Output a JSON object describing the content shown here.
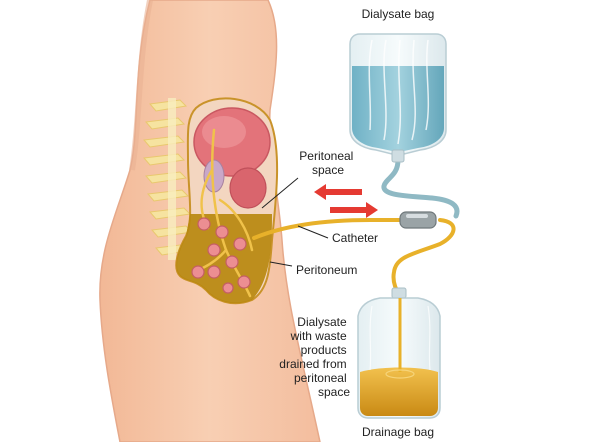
{
  "labels": {
    "dialysate_bag": "Dialysate bag",
    "peritoneal_space": [
      "Peritoneal",
      "space"
    ],
    "catheter": "Catheter",
    "peritoneum": "Peritoneum",
    "drained_fluid": [
      "Dialysate",
      "with waste",
      "products",
      "drained from",
      "peritoneal",
      "space"
    ],
    "drainage_bag": "Drainage bag"
  },
  "colors": {
    "skin": "#f6c7a8",
    "skin_outline": "#e6a98a",
    "organ": "#e3737a",
    "cavity_fluid": "#b9880f",
    "spine": "#f6e3a0",
    "tube": "#e8b12a",
    "clean_tube": "#8fb9c4",
    "dialysate": "#7ab9cc",
    "waste_fluid": "#d89e20",
    "flow_arrow": "#e53a32"
  }
}
